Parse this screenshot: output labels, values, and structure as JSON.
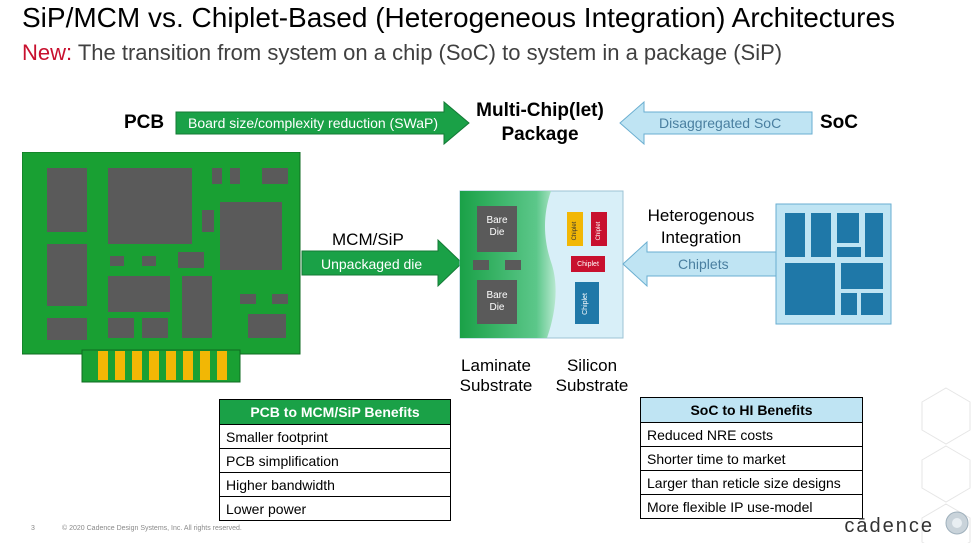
{
  "title": "SiP/MCM vs. Chiplet-Based (Heterogeneous Integration) Architectures",
  "subtitle": {
    "prefix": "New:",
    "text": " The transition from system on a chip (SoC) to system in a package (SiP)"
  },
  "top_row": {
    "pcb_label": "PCB",
    "pcb_arrow_text": "Board size/complexity reduction (SWaP)",
    "package_line1": "Multi-Chip(let)",
    "package_line2": "Package",
    "soc_arrow_text": "Disaggregated SoC",
    "soc_label": "SoC"
  },
  "middle": {
    "mcm_label": "MCM/SiP",
    "mcm_arrow_text": "Unpackaged die",
    "hetero_line1": "Heterogenous",
    "hetero_line2": "Integration",
    "chiplets_arrow_text": "Chiplets",
    "bare_die_top": [
      "Bare",
      "Die"
    ],
    "bare_die_bottom": [
      "Bare",
      "Die"
    ],
    "chiplet_label": "Chiplet",
    "laminate_line1": "Laminate",
    "laminate_line2": "Substrate",
    "silicon_line1": "Silicon",
    "silicon_line2": "Substrate"
  },
  "pcb_benefits": {
    "header": "PCB to MCM/SiP Benefits",
    "rows": [
      "Smaller footprint",
      "PCB simplification",
      "Higher bandwidth",
      "Lower power"
    ]
  },
  "soc_benefits": {
    "header": "SoC to HI Benefits",
    "rows": [
      "Reduced NRE costs",
      "Shorter time to market",
      "Larger than reticle size designs",
      "More flexible IP use-model"
    ]
  },
  "footer": {
    "page_number": "3",
    "copyright": "© 2020 Cadence Design Systems, Inc. All rights reserved.",
    "logo": "cādence"
  },
  "colors": {
    "pcb_green": "#19a033",
    "arrow_green": "#1aa147",
    "soc_blue": "#bfe4f3",
    "accent_red": "#c8102e",
    "chip_blue": "#1f78a8"
  }
}
